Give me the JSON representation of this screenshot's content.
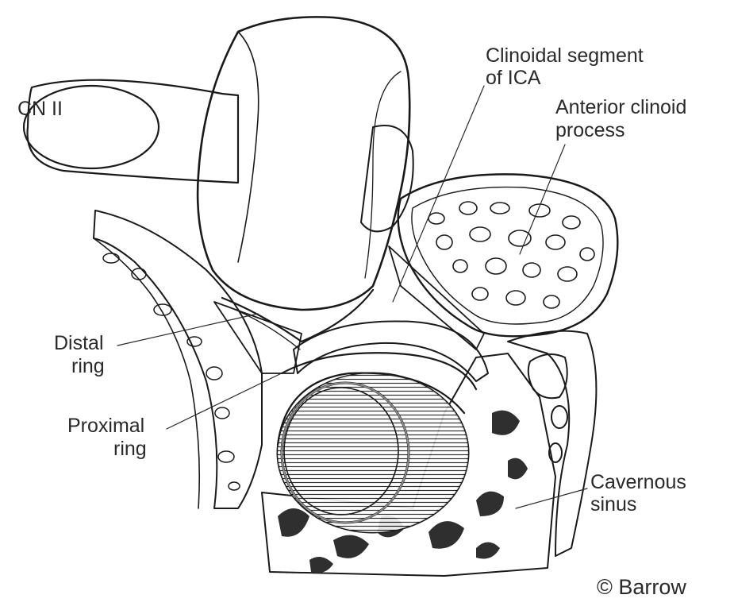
{
  "labels": {
    "cn2": "CN II",
    "clinoidal_line1": "Clinoidal segment",
    "clinoidal_line2": "of ICA",
    "anterior_line1": "Anterior clinoid",
    "anterior_line2": "process",
    "distal_line1": "Distal",
    "distal_line2": "ring",
    "proximal_line1": "Proximal",
    "proximal_line2": "ring",
    "cavernous_line1": "Cavernous",
    "cavernous_line2": "sinus"
  },
  "credit": "© Barrow"
}
